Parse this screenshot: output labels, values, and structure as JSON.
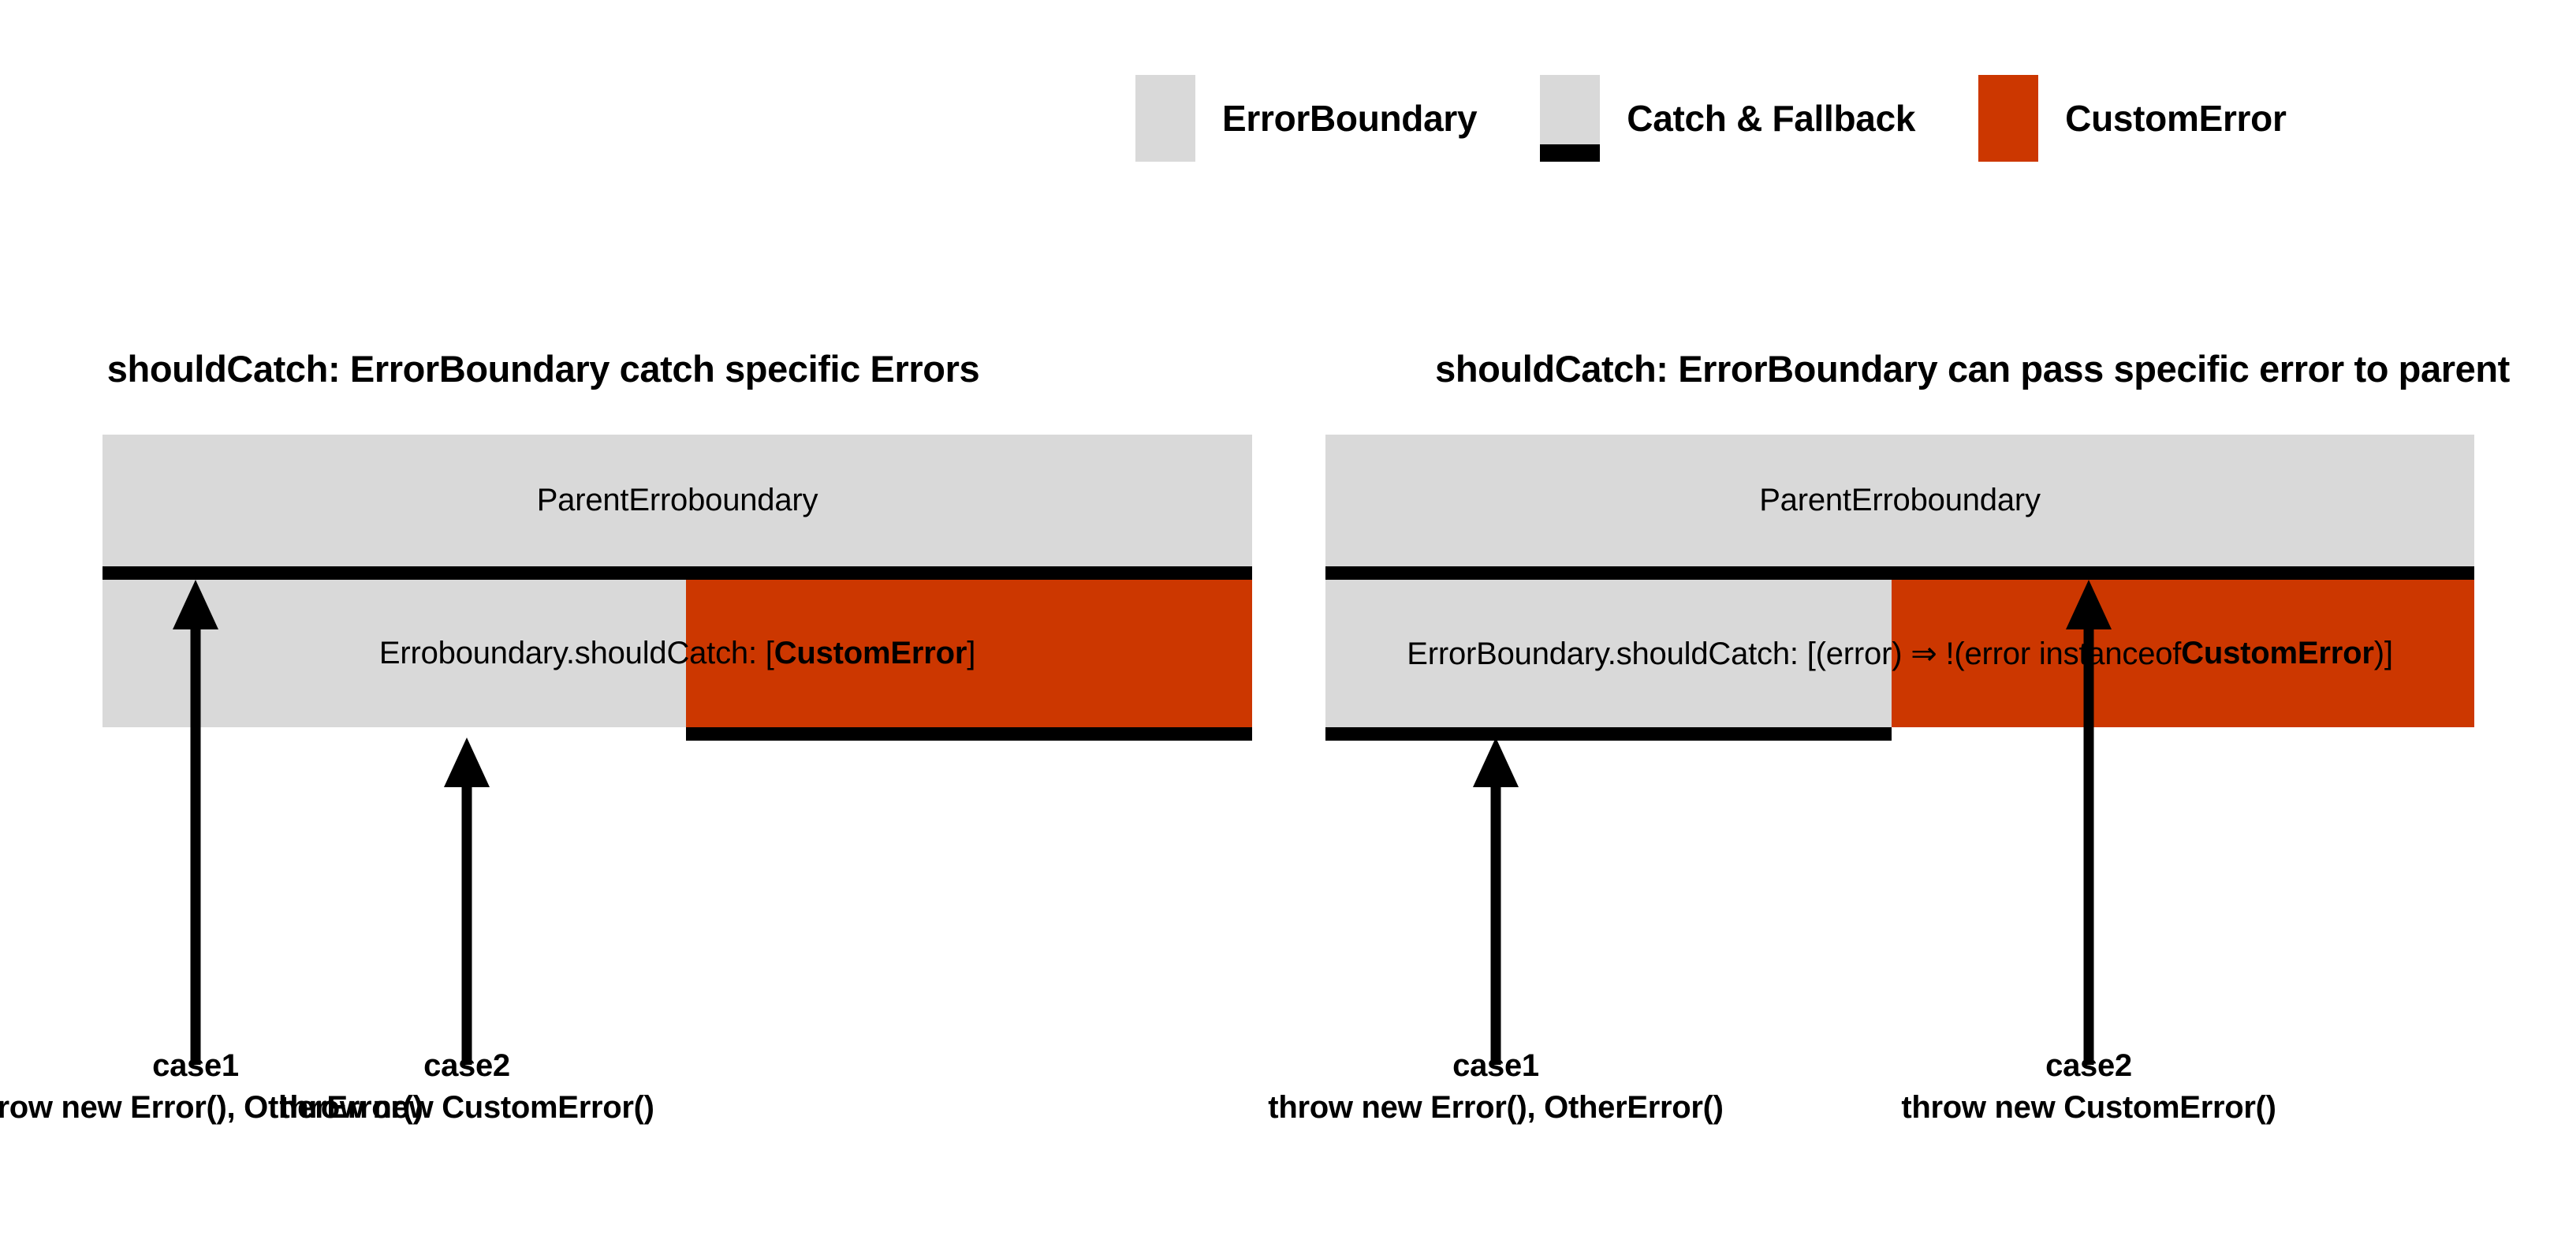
{
  "legend": {
    "items": [
      {
        "label": "ErrorBoundary",
        "swatch": "gray",
        "color": "#d9d9d9"
      },
      {
        "label": "Catch & Fallback",
        "swatch": "gray-bar",
        "color": "#d9d9d9",
        "bar_color": "#000000"
      },
      {
        "label": "CustomError",
        "swatch": "orange",
        "color": "#cc3700"
      }
    ]
  },
  "panels": [
    {
      "title": "shouldCatch: ErrorBoundary catch specific Errors",
      "parent_label": "ParentErroboundary",
      "child_label_prefix": "Erroboundary.shouldCatch: [",
      "child_label_strong": "CustomError",
      "child_label_suffix": "]",
      "cases": [
        {
          "name": "case1",
          "code": "throw new Error(), OtherError()"
        },
        {
          "name": "case2",
          "code": "throw new CustomError()"
        }
      ]
    },
    {
      "title": "shouldCatch: ErrorBoundary can pass specific error to parent",
      "parent_label": "ParentErroboundary",
      "child_label_prefix": "ErrorBoundary.shouldCatch: [(error) ⇒ !(error instanceof ",
      "child_label_strong": "CustomError",
      "child_label_suffix": ")]",
      "cases": [
        {
          "name": "case1",
          "code": "throw new Error(), OtherError()"
        },
        {
          "name": "case2",
          "code": "throw new CustomError()"
        }
      ]
    }
  ],
  "colors": {
    "gray": "#d9d9d9",
    "orange": "#cc3700",
    "black": "#000000",
    "background": "#ffffff"
  }
}
